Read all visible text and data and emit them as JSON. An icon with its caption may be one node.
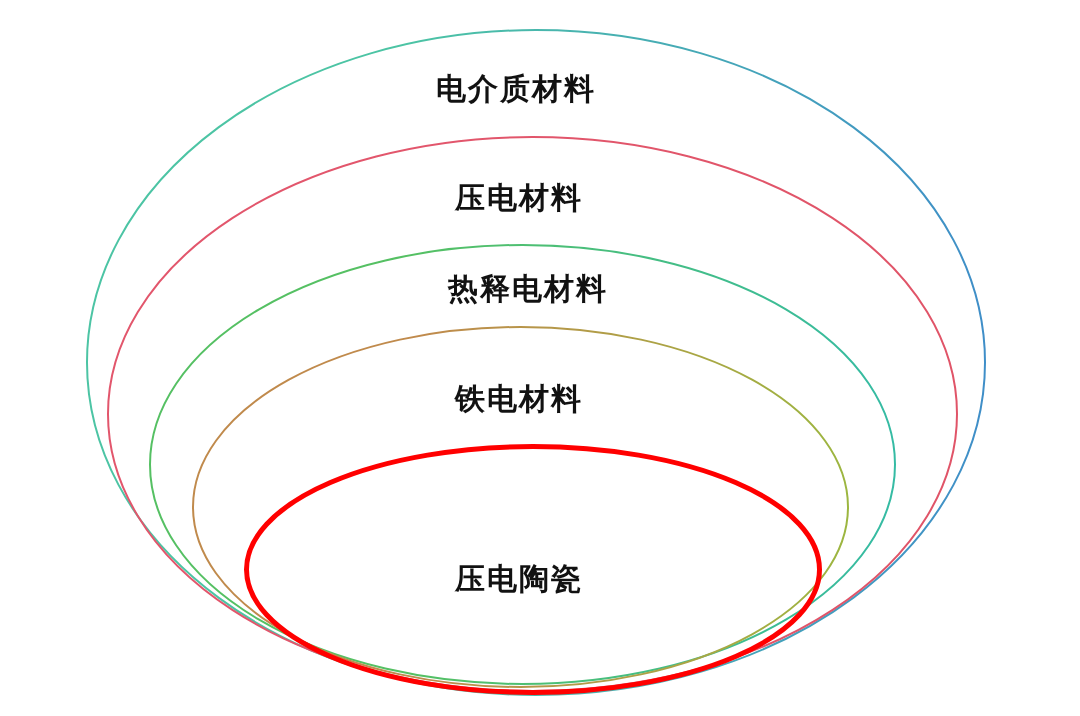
{
  "diagram": {
    "nodes": [
      {
        "text": [
          "电介质材料"
        ]
      },
      {
        "text": [
          "压电材料"
        ],
        "in": 0
      },
      {
        "text": [
          "热释电材料"
        ],
        "in": 1
      },
      {
        "text": [
          "铁电材料"
        ],
        "in": 2
      },
      {
        "text": [
          "压电陶瓷"
        ],
        "in": 3
      }
    ]
  }
}
